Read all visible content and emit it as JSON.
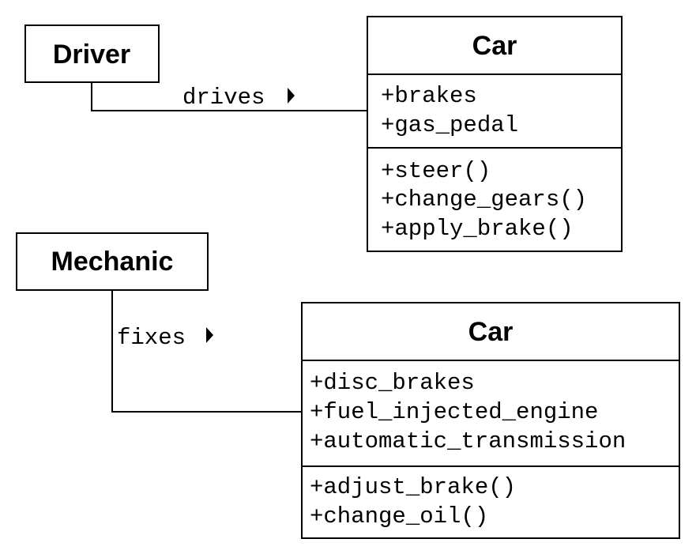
{
  "classes": {
    "driver": {
      "name": "Driver"
    },
    "car_top": {
      "name": "Car",
      "attributes": [
        "+brakes",
        "+gas_pedal"
      ],
      "methods": [
        "+steer()",
        "+change_gears()",
        "+apply_brake()"
      ]
    },
    "mechanic": {
      "name": "Mechanic"
    },
    "car_bottom": {
      "name": "Car",
      "attributes": [
        "+disc_brakes",
        "+fuel_injected_engine",
        "+automatic_transmission"
      ],
      "methods": [
        "+adjust_brake()",
        "+change_oil()"
      ]
    }
  },
  "associations": {
    "drives": {
      "label": "drives",
      "direction": "right"
    },
    "fixes": {
      "label": "fixes",
      "direction": "right"
    }
  }
}
